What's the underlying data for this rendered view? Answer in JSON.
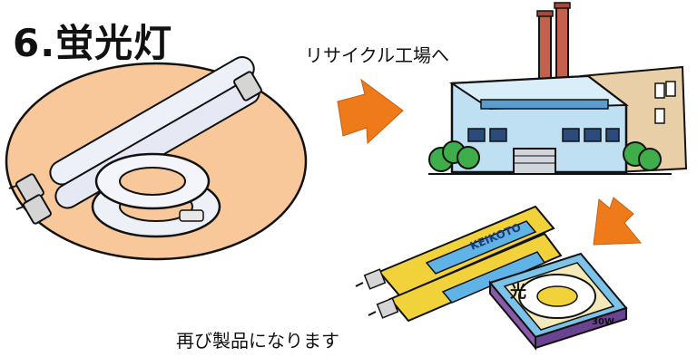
{
  "title": "6.蛍光灯",
  "caption_factory": "リサイクル工場へ",
  "caption_products": "再び製品になります",
  "box_brand_vertical": "光",
  "box_wattage": "30W",
  "tube_brand": "KEIKOTO",
  "colors": {
    "circle_fill": "#f8c79a",
    "arrow": "#ef7a1a",
    "building": "#bfe0f3",
    "building_side": "#e8cfa8",
    "chimney": "#c4614d",
    "tree": "#3fae4a",
    "box_blue": "#7cc3ea",
    "box_purple": "#8a5aa8",
    "tube_label_yellow": "#f2d23a",
    "tube_label_blue": "#5fb3e6"
  },
  "icons": [
    "fluorescent-tube-icon",
    "circular-lamp-icon",
    "arrow-right-icon",
    "factory-icon",
    "arrow-down-left-icon",
    "lamp-box-icon"
  ]
}
